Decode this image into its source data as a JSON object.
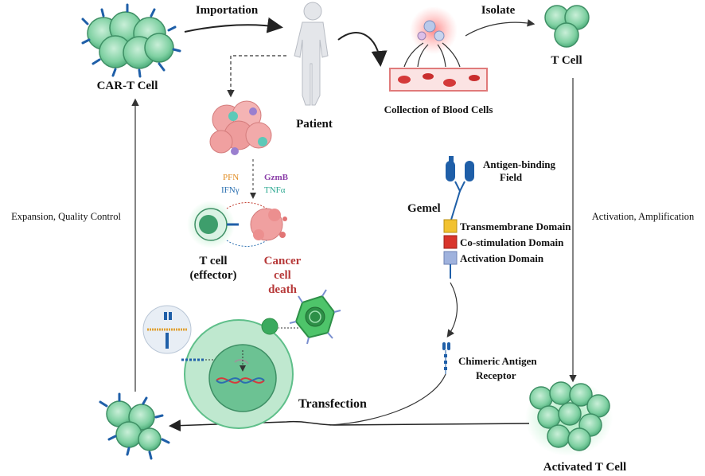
{
  "labels": {
    "importation": "Importation",
    "isolate": "Isolate",
    "car_t_cell": "CAR-T Cell",
    "t_cell": "T Cell",
    "patient": "Patient",
    "collection": "Collection of Blood Cells",
    "expansion": "Expansion, Quality Control",
    "activation": "Activation, Amplification",
    "gemel": "Gemel",
    "antigen_binding_1": "Antigen-binding",
    "antigen_binding_2": "Field",
    "transmembrane": "Transmembrane Domain",
    "costimulation": "Co-stimulation Domain",
    "activation_domain": "Activation Domain",
    "car_1": "Chimeric Antigen",
    "car_2": "Receptor",
    "transfection": "Transfection",
    "activated_t_cell": "Activated T Cell",
    "t_cell_effector_1": "T cell",
    "t_cell_effector_2": "(effector)",
    "cancer_1": "Cancer",
    "cancer_2": "cell",
    "cancer_3": "death",
    "pfn": "PFN",
    "gzmb": "GzmB",
    "ifng": "IFNγ",
    "tnfa": "TNFα"
  },
  "colors": {
    "cell_green": "#5fbf8a",
    "cell_light": "#bfe8cf",
    "receptor_blue": "#1f5fa8",
    "cancer_red": "#e0888a",
    "transmembrane_yellow": "#f2c230",
    "costim_red": "#d9342b",
    "activation_lavender": "#9fb2dd",
    "pfn_color": "#e08a1e",
    "gzmb_color": "#8a3ea8",
    "ifng_color": "#2a6fb0",
    "tnfa_color": "#2aa890",
    "cancer_text": "#b73a3a"
  },
  "icons": [
    "car-t-cell-cluster-icon",
    "human-figure-icon",
    "blood-vessel-icon",
    "t-cell-cluster-icon",
    "car-receptor-icon",
    "cancer-cell-icon",
    "virus-vector-icon",
    "nucleus-dna-icon",
    "activated-t-cell-cluster-icon"
  ]
}
